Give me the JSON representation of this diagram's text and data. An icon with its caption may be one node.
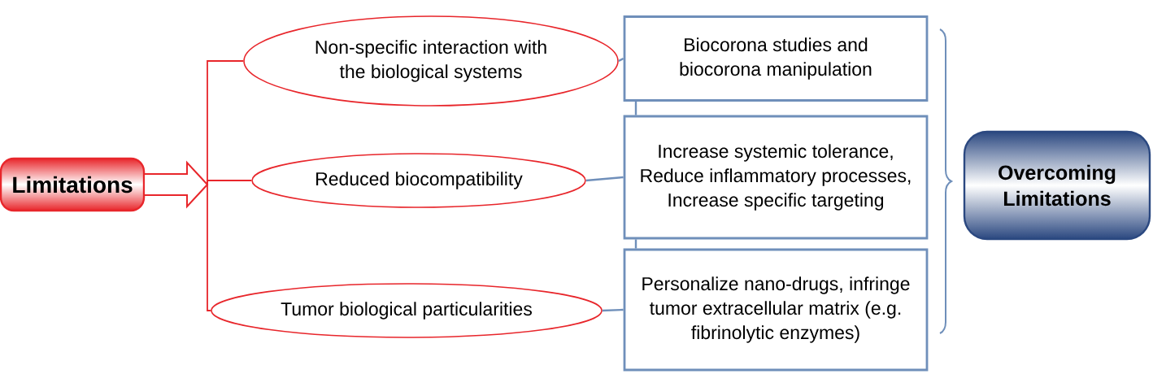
{
  "diagram": {
    "nodes": [
      {
        "text": [
          "Limitations"
        ]
      },
      {
        "text": [
          "Non-specific interaction with the biological systems"
        ]
      },
      {
        "text": [
          "Reduced biocompatibility"
        ]
      },
      {
        "text": [
          "Tumor biological particularities"
        ]
      },
      {
        "text": [
          "Biocorona studies and biocorona manipulation"
        ]
      },
      {
        "text": [
          "Increase systemic tolerance, Reduce inflammatory processes, Increase specific targeting"
        ]
      },
      {
        "text": [
          "Personalize nano-drugs, infringe tumor extracellular matrix (e.g. fibrinolytic enzymes)"
        ]
      },
      {
        "text": [
          "Overcoming Limitations"
        ]
      }
    ],
    "edges": [
      {
        "from": 0,
        "to": 1,
        "arrow": "none",
        "color": "#e8262b"
      },
      {
        "from": 0,
        "to": 2,
        "arrow": "none",
        "color": "#e8262b"
      },
      {
        "from": 0,
        "to": 3,
        "arrow": "none",
        "color": "#e8262b"
      },
      {
        "from": 1,
        "to": 4,
        "arrow": "none"
      },
      {
        "from": 2,
        "to": 5,
        "arrow": "none"
      },
      {
        "from": 3,
        "to": 6,
        "arrow": "none"
      },
      {
        "from": 4,
        "to": 5,
        "arrow": "none"
      },
      {
        "from": 5,
        "to": 6,
        "arrow": "none"
      }
    ]
  }
}
